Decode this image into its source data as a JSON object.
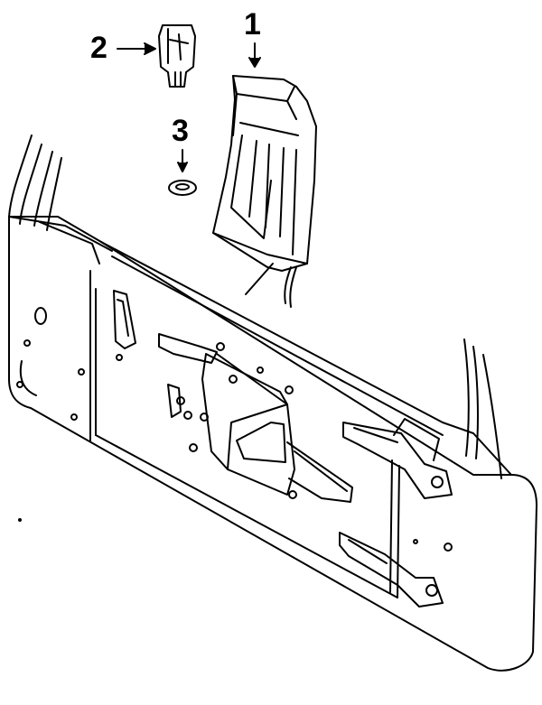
{
  "diagram": {
    "callouts": [
      {
        "id": "1",
        "label": "1"
      },
      {
        "id": "2",
        "label": "2"
      },
      {
        "id": "3",
        "label": "3"
      }
    ],
    "line_color": "#000000",
    "background_color": "#ffffff"
  }
}
